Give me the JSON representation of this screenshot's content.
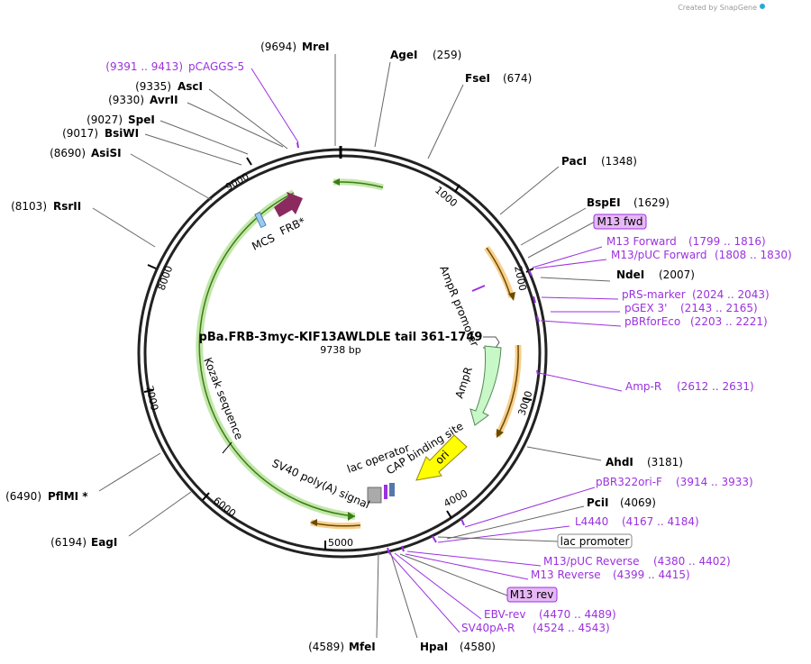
{
  "credit": "Created by SnapGene",
  "plasmid": {
    "name": "pBa.FRB-3myc-KIF13AWLDLE tail 361-1749",
    "size": "9738 bp"
  },
  "ticks": [
    "1000",
    "2000",
    "3000",
    "4000",
    "5000",
    "6000",
    "7000",
    "8000",
    "9000"
  ],
  "sites": [
    {
      "name": "MreI",
      "pos": "(9694)"
    },
    {
      "name": "AgeI",
      "pos": "(259)"
    },
    {
      "name": "FseI",
      "pos": "(674)"
    },
    {
      "name": "PacI",
      "pos": "(1348)"
    },
    {
      "name": "BspEI",
      "pos": "(1629)"
    },
    {
      "name": "NdeI",
      "pos": "(2007)"
    },
    {
      "name": "AhdI",
      "pos": "(3181)"
    },
    {
      "name": "PciI",
      "pos": "(4069)"
    },
    {
      "name": "HpaI",
      "pos": "(4580)"
    },
    {
      "name": "MfeI",
      "pos": "(4589)"
    },
    {
      "name": "EagI",
      "pos": "(6194)"
    },
    {
      "name": "PflMI *",
      "pos": "(6490)"
    },
    {
      "name": "RsrII",
      "pos": "(8103)"
    },
    {
      "name": "AsiSI",
      "pos": "(8690)"
    },
    {
      "name": "BsiWI",
      "pos": "(9017)"
    },
    {
      "name": "SpeI",
      "pos": "(9027)"
    },
    {
      "name": "AvrII",
      "pos": "(9330)"
    },
    {
      "name": "AscI",
      "pos": "(9335)"
    }
  ],
  "primers": [
    {
      "name": "pCAGGS-5",
      "range": "(9391 .. 9413)"
    },
    {
      "name": "M13 Forward",
      "range": "(1799 .. 1816)"
    },
    {
      "name": "M13/pUC Forward",
      "range": "(1808 .. 1830)"
    },
    {
      "name": "pRS-marker",
      "range": "(2024 .. 2043)"
    },
    {
      "name": "pGEX 3'",
      "range": "(2143 .. 2165)"
    },
    {
      "name": "pBRforEco",
      "range": "(2203 .. 2221)"
    },
    {
      "name": "Amp-R",
      "range": "(2612 .. 2631)"
    },
    {
      "name": "pBR322ori-F",
      "range": "(3914 .. 3933)"
    },
    {
      "name": "L4440",
      "range": "(4167 .. 4184)"
    },
    {
      "name": "M13/pUC Reverse",
      "range": "(4380 .. 4402)"
    },
    {
      "name": "M13 Reverse",
      "range": "(4399 .. 4415)"
    },
    {
      "name": "EBV-rev",
      "range": "(4470 .. 4489)"
    },
    {
      "name": "SV40pA-R",
      "range": "(4524 .. 4543)"
    }
  ],
  "boxed": {
    "m13fwd": "M13 fwd",
    "m13rev": "M13 rev",
    "lacpromoter": "lac promoter"
  },
  "features": {
    "mcs": "MCS",
    "frb": "FRB*",
    "ampr_promoter": "AmpR promoter",
    "ampr": "AmpR",
    "ori": "ori",
    "cap": "CAP binding site",
    "lacop": "lac operator",
    "sv40": "SV40 poly(A) signal",
    "kozak": "Kozak sequence"
  },
  "colors": {
    "primer": "#9b31e0",
    "ampr": "#c8f7c8",
    "ori": "#ffff00",
    "frb": "#8b2a5e",
    "mcs": "#9cc9ee",
    "orange": "#f0a830",
    "green": "#7ac943"
  }
}
